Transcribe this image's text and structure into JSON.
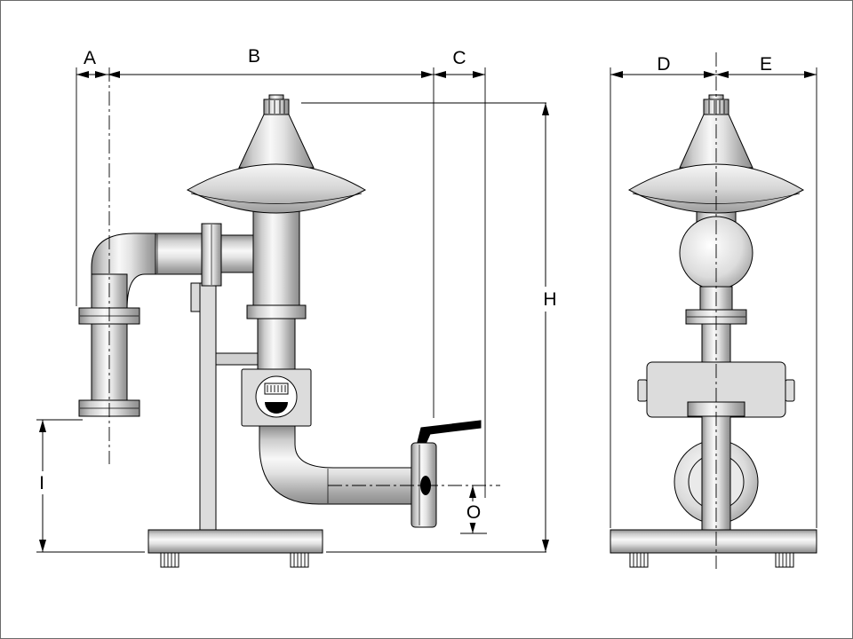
{
  "labels": {
    "A": "A",
    "B": "B",
    "C": "C",
    "D": "D",
    "E": "E",
    "H": "H",
    "I": "I",
    "O": "O"
  },
  "colors": {
    "line": "#000000",
    "background": "#ffffff",
    "metal_light": "#f5f5f5",
    "metal_mid": "#cccccc",
    "metal_dark": "#8c8c8c"
  }
}
